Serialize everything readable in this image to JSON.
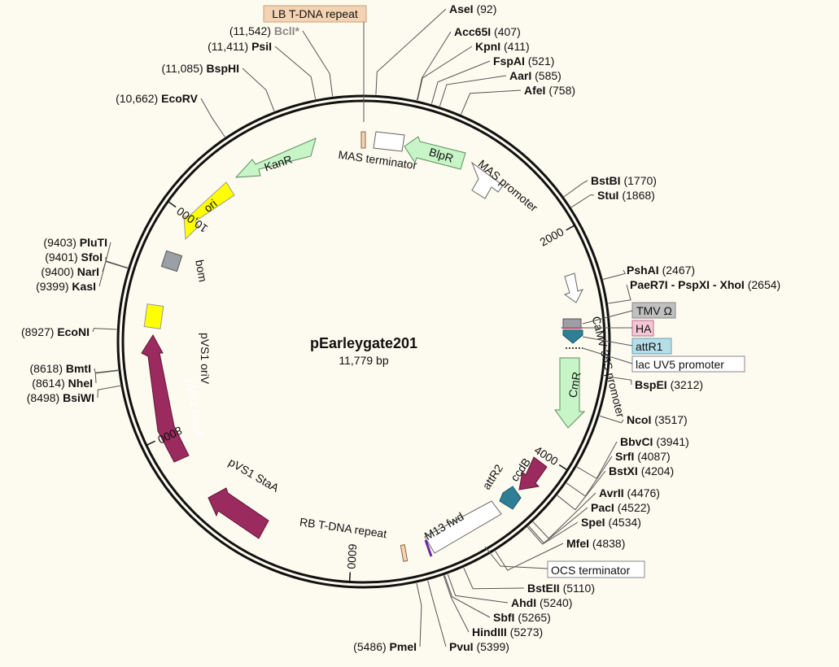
{
  "plasmid": {
    "name": "pEarleygate201",
    "size_label": "11,779 bp",
    "total_bp": 11779
  },
  "ticks": [
    {
      "bp": 2000,
      "label": "2000"
    },
    {
      "bp": 4000,
      "label": "4000"
    },
    {
      "bp": 6000,
      "label": "6000"
    },
    {
      "bp": 8000,
      "label": "8000"
    },
    {
      "bp": 10000,
      "label": "10,000"
    }
  ],
  "sites": [
    {
      "id": "asei",
      "name": "AseI",
      "pos": "(92)",
      "bp": 92
    },
    {
      "id": "acc65i",
      "name": "Acc65I",
      "pos": "(407)",
      "bp": 407
    },
    {
      "id": "kpni",
      "name": "KpnI",
      "pos": "(411)",
      "bp": 411
    },
    {
      "id": "fspai",
      "name": "FspAI",
      "pos": "(521)",
      "bp": 521
    },
    {
      "id": "aari",
      "name": "AarI",
      "pos": "(585)",
      "bp": 585
    },
    {
      "id": "afei",
      "name": "AfeI",
      "pos": "(758)",
      "bp": 758
    },
    {
      "id": "bstbi",
      "name": "BstBI",
      "pos": "(1770)",
      "bp": 1770
    },
    {
      "id": "stui",
      "name": "StuI",
      "pos": "(1868)",
      "bp": 1868
    },
    {
      "id": "pshai",
      "name": "PshAI",
      "pos": "(2467)",
      "bp": 2467
    },
    {
      "id": "paer7i",
      "name": "PaeR7I - PspXI - XhoI",
      "pos": "(2654)",
      "bp": 2654
    },
    {
      "id": "bspei",
      "name": "BspEI",
      "pos": "(3212)",
      "bp": 3212
    },
    {
      "id": "ncoi",
      "name": "NcoI",
      "pos": "(3517)",
      "bp": 3517
    },
    {
      "id": "bbvci",
      "name": "BbvCI",
      "pos": "(3941)",
      "bp": 3941
    },
    {
      "id": "srfi",
      "name": "SrfI",
      "pos": "(4087)",
      "bp": 4087
    },
    {
      "id": "bstxi",
      "name": "BstXI",
      "pos": "(4204)",
      "bp": 4204
    },
    {
      "id": "avrii",
      "name": "AvrII",
      "pos": "(4476)",
      "bp": 4476
    },
    {
      "id": "paci",
      "name": "PacI",
      "pos": "(4522)",
      "bp": 4522
    },
    {
      "id": "spei",
      "name": "SpeI",
      "pos": "(4534)",
      "bp": 4534
    },
    {
      "id": "mfei",
      "name": "MfeI",
      "pos": "(4838)",
      "bp": 4838
    },
    {
      "id": "bsteii",
      "name": "BstEII",
      "pos": "(5110)",
      "bp": 5110
    },
    {
      "id": "ahdi",
      "name": "AhdI",
      "pos": "(5240)",
      "bp": 5240
    },
    {
      "id": "sbfi",
      "name": "SbfI",
      "pos": "(5265)",
      "bp": 5265
    },
    {
      "id": "hindiii",
      "name": "HindIII",
      "pos": "(5273)",
      "bp": 5273
    },
    {
      "id": "pvui",
      "name": "PvuI",
      "pos": "(5399)",
      "bp": 5399
    },
    {
      "id": "pmei",
      "name": "PmeI",
      "pos": "(5486)",
      "bp": 5486
    },
    {
      "id": "bsiwi",
      "name": "BsiWI",
      "pos": "(8498)",
      "bp": 8498
    },
    {
      "id": "nhei",
      "name": "NheI",
      "pos": "(8614)",
      "bp": 8614
    },
    {
      "id": "bmti",
      "name": "BmtI",
      "pos": "(8618)",
      "bp": 8618
    },
    {
      "id": "econi",
      "name": "EcoNI",
      "pos": "(8927)",
      "bp": 8927
    },
    {
      "id": "kasi",
      "name": "KasI",
      "pos": "(9399)",
      "bp": 9399
    },
    {
      "id": "nari",
      "name": "NarI",
      "pos": "(9400)",
      "bp": 9400
    },
    {
      "id": "sfoi",
      "name": "SfoI",
      "pos": "(9401)",
      "bp": 9401
    },
    {
      "id": "pluti",
      "name": "PluTI",
      "pos": "(9403)",
      "bp": 9403
    },
    {
      "id": "ecorv",
      "name": "EcoRV",
      "pos": "(10,662)",
      "bp": 10662
    },
    {
      "id": "bsphi",
      "name": "BspHI",
      "pos": "(11,085)",
      "bp": 11085
    },
    {
      "id": "psii",
      "name": "PsiI",
      "pos": "(11,411)",
      "bp": 11411
    },
    {
      "id": "bcli",
      "name": "BclI*",
      "pos": "(11,542)",
      "bp": 11542,
      "muted": true
    }
  ],
  "features": {
    "lb_tdna": "LB T-DNA repeat",
    "mas_terminator": "MAS terminator",
    "blpr": "BlpR",
    "mas_promoter": "MAS promoter",
    "camv35s": "CaMV 35S promoter",
    "tmv": "TMV Ω",
    "ha": "HA",
    "attr1": "attR1",
    "lacuv5": "lac UV5 promoter",
    "cmr": "CmR",
    "ccdb": "ccdB",
    "attr2": "attR2",
    "m13fwd": "M13 fwd",
    "ocs": "OCS terminator",
    "rb_tdna": "RB T-DNA repeat",
    "pvs1_staa": "pVS1 StaA",
    "pvs1_repa": "pVS1 RepA",
    "pvs1_oriv": "pVS1 oriV",
    "bom": "bom",
    "ori": "ori",
    "kanr": "KanR"
  },
  "colors": {
    "backbone": "#111111",
    "resistance": "#c8f5c8",
    "ori": "#ffff00",
    "rep": "#9b2a5e",
    "promoter": "#ffffff",
    "misc_grey": "#9aa0a6",
    "teal": "#2e7f96",
    "lb_rb": "#f3d3b3",
    "ha_fill": "#f4c7d7",
    "attr1_fill": "#b5dfe8",
    "tmv_fill": "#c0c0c0"
  }
}
